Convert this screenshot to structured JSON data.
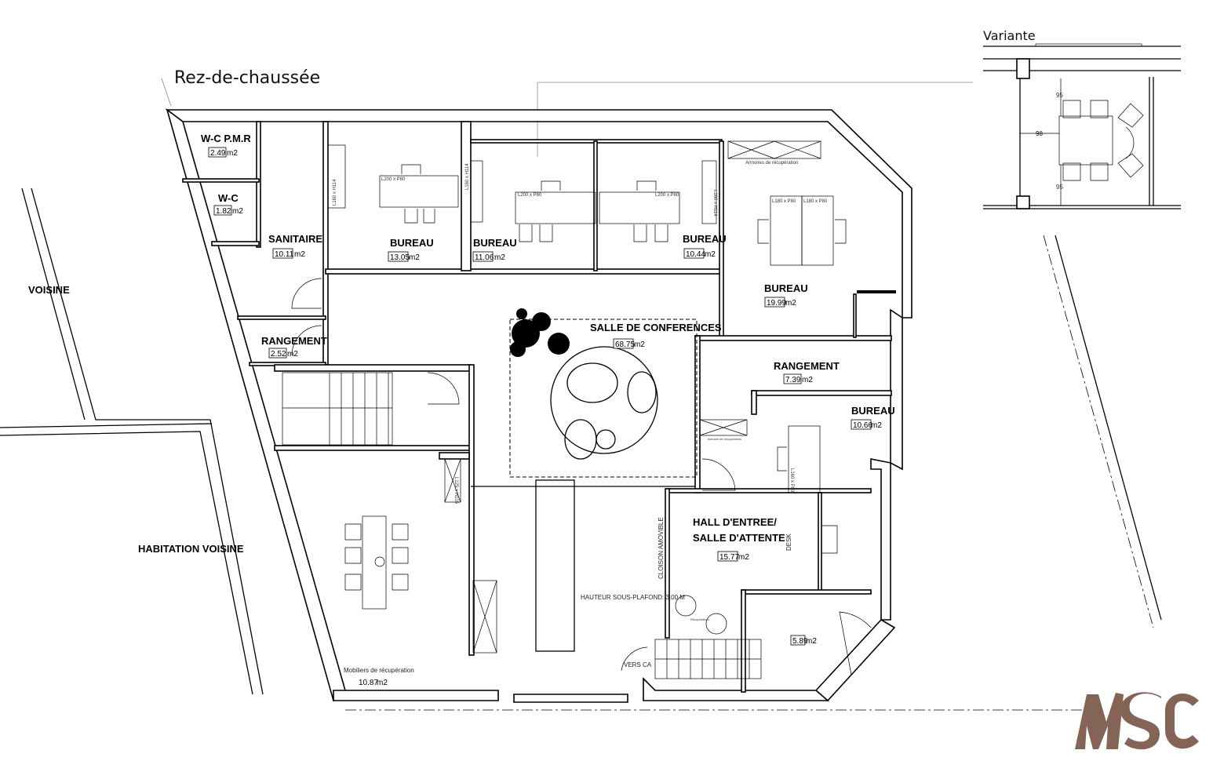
{
  "title": "Rez-de-chaussée",
  "variant": {
    "title": "Variante",
    "dims": [
      "95",
      "98",
      "95"
    ]
  },
  "logo": {
    "text": "MSC",
    "color": "#856458"
  },
  "unit": "m2",
  "rooms": {
    "wc_pmr": {
      "name": "W-C P.M.R",
      "area": "2.49"
    },
    "wc": {
      "name": "W-C",
      "area": "1.82"
    },
    "sanitaire": {
      "name": "SANITAIRE",
      "area": "10.11"
    },
    "rangement1": {
      "name": "RANGEMENT",
      "area": "2.52"
    },
    "bureau1": {
      "name": "BUREAU",
      "area": "13.05"
    },
    "bureau2": {
      "name": "BUREAU",
      "area": "11.06"
    },
    "bureau3": {
      "name": "BUREAU",
      "area": "10.44"
    },
    "bureau4": {
      "name": "BUREAU",
      "area": "19.99"
    },
    "conference": {
      "name": "SALLE DE CONFERENCES",
      "area": "68.75"
    },
    "rangement2": {
      "name": "RANGEMENT",
      "area": "7.39"
    },
    "bureau5": {
      "name": "BUREAU",
      "area": "10.66"
    },
    "hall_line1": {
      "name": "HALL D'ENTREE/"
    },
    "hall_line2": {
      "name": "SALLE D'ATTENTE",
      "area": "15.77"
    },
    "room_589": {
      "area": "5.89"
    },
    "mobiliers": {
      "name": "Mobiliers de récupération",
      "area": "10.87"
    }
  },
  "neighbours": {
    "voisine": "VOISINE",
    "habitation": "HABITATION VOISINE"
  },
  "notes": {
    "armoires": "Armoires de récupération",
    "armoires_small": "Armoire de récupération",
    "hauteur": "HAUTEUR SOUS-PLAFOND: 3.00 M",
    "cloison": "CLOISON AMOVIBLE",
    "desk": "DESK",
    "vers": "VERS CA",
    "recup": "Récupération"
  },
  "furniture_labels": {
    "desk_l200": "L200 x P80",
    "desk_l180": "L180 x P80",
    "desk_l160": "L160 x P80",
    "cab_l160": "L160 x H114",
    "cab_l125": "L125 x H105"
  }
}
